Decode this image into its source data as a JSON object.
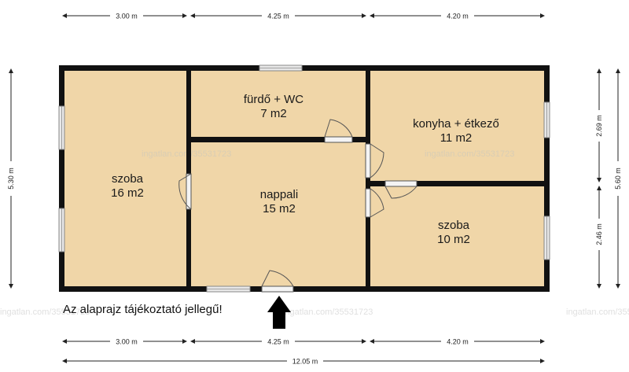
{
  "rooms": {
    "szoba_left": {
      "name": "szoba",
      "area": "16 m2"
    },
    "furdo": {
      "name": "fürdő + WC",
      "area": "7 m2"
    },
    "konyha": {
      "name": "konyha + étkező",
      "area": "11 m2"
    },
    "nappali": {
      "name": "nappali",
      "area": "15 m2"
    },
    "szoba_right": {
      "name": "szoba",
      "area": "10 m2"
    }
  },
  "dimensions": {
    "top": [
      "3.00 m",
      "4.25 m",
      "4.20 m"
    ],
    "bottom": [
      "3.00 m",
      "4.25 m",
      "4.20 m"
    ],
    "total_width": "12.05 m",
    "left_height": "5.30 m",
    "right_total": "5.60 m",
    "right_upper": "2.69 m",
    "right_lower": "2.46 m"
  },
  "watermark": "ingatlan.com/35531723",
  "note": "Az alaprajz tájékoztató jellegű!",
  "colors": {
    "floor": "#f0d6a8",
    "wall": "#111111",
    "window": "#cfcfcf"
  }
}
